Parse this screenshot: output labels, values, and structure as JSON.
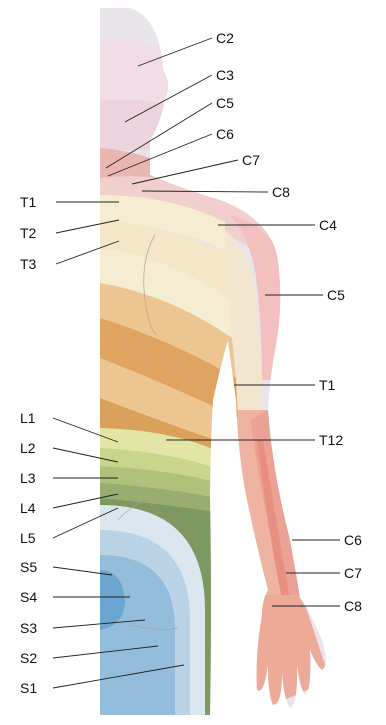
{
  "labels": {
    "right": [
      "C2",
      "C3",
      "C5",
      "C6",
      "C7",
      "C8",
      "C4",
      "C5",
      "T1",
      "T12",
      "C6",
      "C7",
      "C8"
    ],
    "left": [
      "T1",
      "T2",
      "T3",
      "L1",
      "L2",
      "L3",
      "L4",
      "L5",
      "S5",
      "S4",
      "S3",
      "S2",
      "S1"
    ]
  },
  "colors": {
    "scalp": "#e9e4ea",
    "c2": "#f1dde6",
    "c3": "#ecd3dd",
    "neck": "#e9b6b2",
    "c4": "#f2cfcf",
    "c5_arm": "#f1c0bf",
    "t1_arm": "#f3e6cf",
    "c6_forearm": "#efb3a2",
    "c7_forearm": "#eba294",
    "c8_strip": "#e88f81",
    "hand": "#eeaa98",
    "t2": "#f4edd2",
    "t3": "#f3e7c8",
    "t_mid": "#ecc591",
    "t_low": "#dfa45f",
    "t12": "#d9a15a",
    "l1": "#e2e5a6",
    "l2": "#c9d48d",
    "l3": "#b0c17c",
    "l4": "#98ad70",
    "l5": "#7e9862",
    "s_outer": "#dbe6ef",
    "s_mid": "#b9d2e6",
    "s_inner": "#93bddb",
    "s5": "#6aa6cf"
  }
}
